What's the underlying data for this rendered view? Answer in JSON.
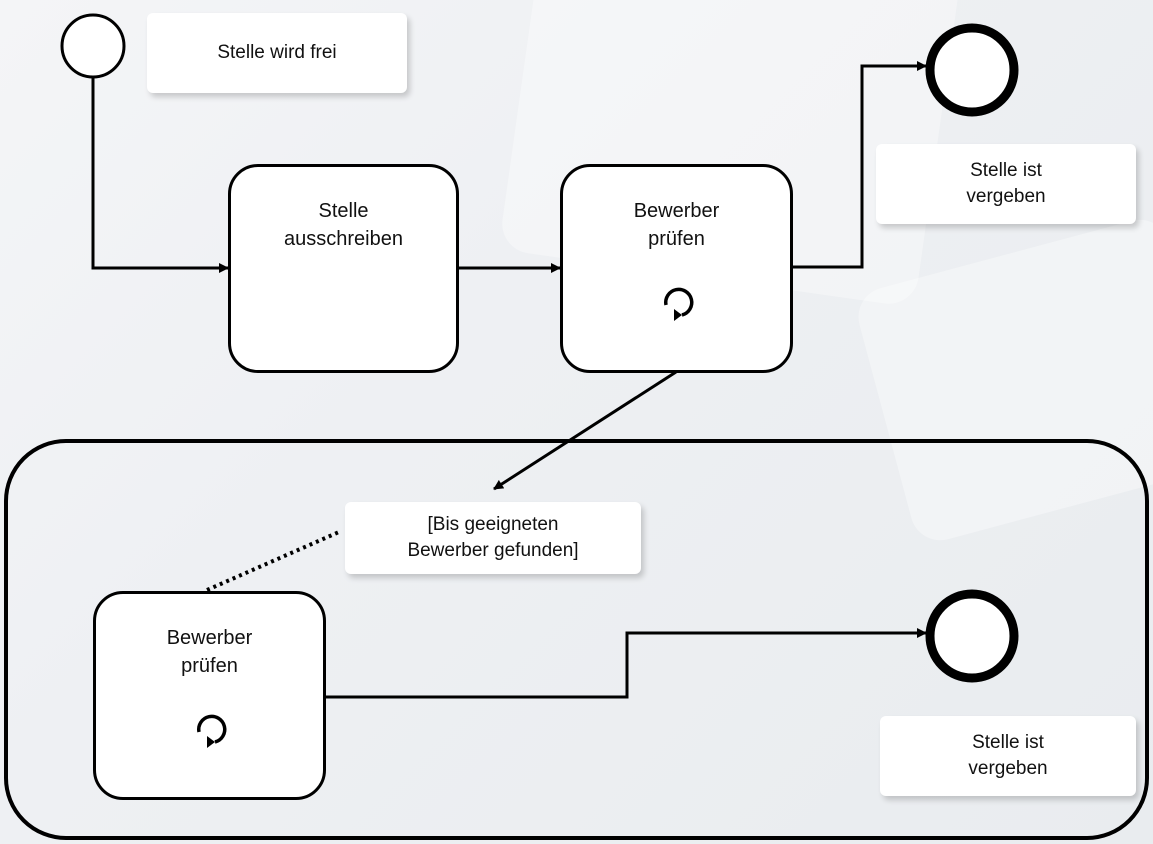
{
  "start_event": {
    "label": "Stelle wird frei"
  },
  "tasks": [
    {
      "label": "Stelle\nausschreiben"
    },
    {
      "label": "Bewerber\nprüfen",
      "marker": "loop-icon"
    }
  ],
  "end_event": {
    "label": "Stelle ist\nvergeben"
  },
  "expanded_subprocess": {
    "annotation": "[Bis geeigneten\nBewerber gefunden]",
    "task": {
      "label": "Bewerber\nprüfen",
      "marker": "loop-icon"
    },
    "end_event": {
      "label": "Stelle ist\nvergeben"
    }
  },
  "colors": {
    "line": "#000000",
    "box": "#ffffff",
    "background": "#eef0f3"
  }
}
